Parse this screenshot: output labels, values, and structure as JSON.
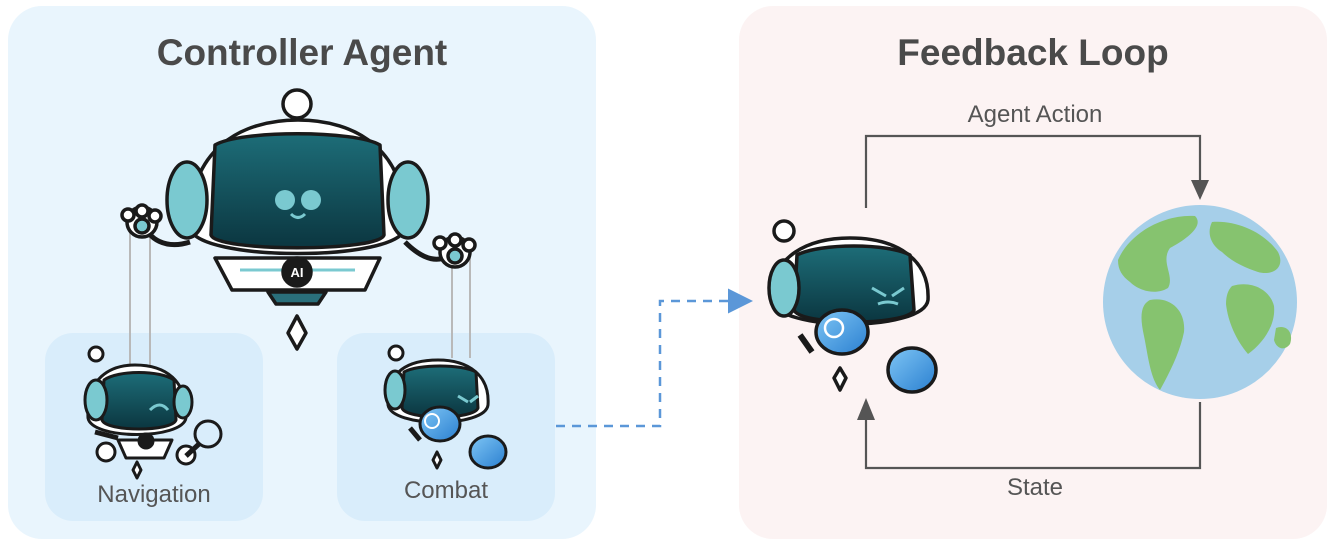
{
  "controller_panel": {
    "title": "Controller Agent"
  },
  "feedback_panel": {
    "title": "Feedback Loop"
  },
  "sub_agents": [
    {
      "label": "Navigation",
      "icon": "magnifier-robot-icon"
    },
    {
      "label": "Combat",
      "icon": "boxing-robot-icon"
    }
  ],
  "controller_badge": "AI",
  "edges": {
    "agent_action": "Agent Action",
    "state": "State"
  },
  "colors": {
    "left_panel_bg": "#e9f5fd",
    "right_panel_bg": "#fcf3f3",
    "subcard_bg": "#d9edfb",
    "robot_screen": "#0f4e59",
    "robot_teal": "#7ac9d0",
    "glove_blue": "#3f97e0",
    "dashed_arrow": "#5b97d8",
    "loop_line": "#555555",
    "ocean": "#a6cfe9",
    "land": "#86c36f"
  }
}
